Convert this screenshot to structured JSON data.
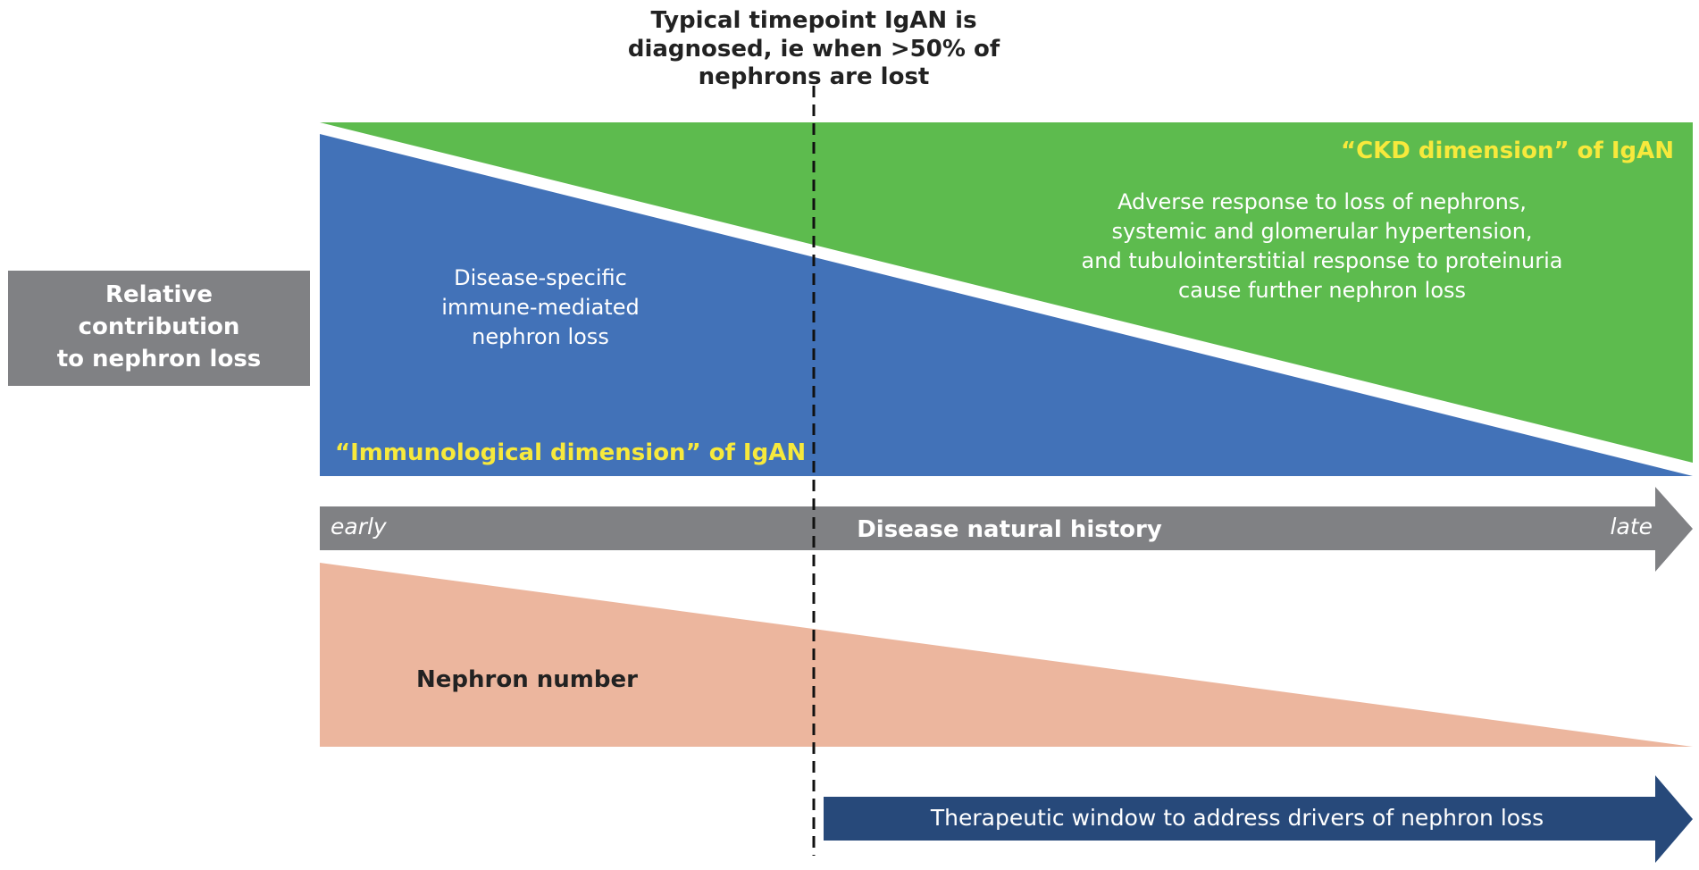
{
  "diagnosis_label": {
    "lines": [
      "Typical timepoint IgAN is",
      "diagnosed, ie when >50% of",
      "nephrons are lost"
    ]
  },
  "y_label": {
    "lines": [
      "Relative",
      "contribution",
      "to nephron loss"
    ]
  },
  "ckd_region": {
    "title": "“CKD dimension” of IgAN",
    "description_lines": [
      "Adverse response to loss of nephrons,",
      "systemic and glomerular hypertension,",
      "and tubulointerstitial response to proteinuria",
      "cause further nephron loss"
    ]
  },
  "immuno_region": {
    "title": "“Immunological dimension” of IgAN",
    "description_lines": [
      "Disease-specific",
      "immune-mediated",
      "nephron loss"
    ]
  },
  "timeline": {
    "start": "early",
    "label": "Disease natural history",
    "end": "late"
  },
  "nephron_number": {
    "label": "Nephron number"
  },
  "therapeutic_window": {
    "label": "Therapeutic window to address drivers of nephron loss"
  },
  "colors": {
    "green": "#5dbb4e",
    "blue": "#4272b8",
    "grey": "#808184",
    "salmon": "#ecb69e",
    "navy": "#27497a",
    "yellow": "#f7e93c"
  }
}
